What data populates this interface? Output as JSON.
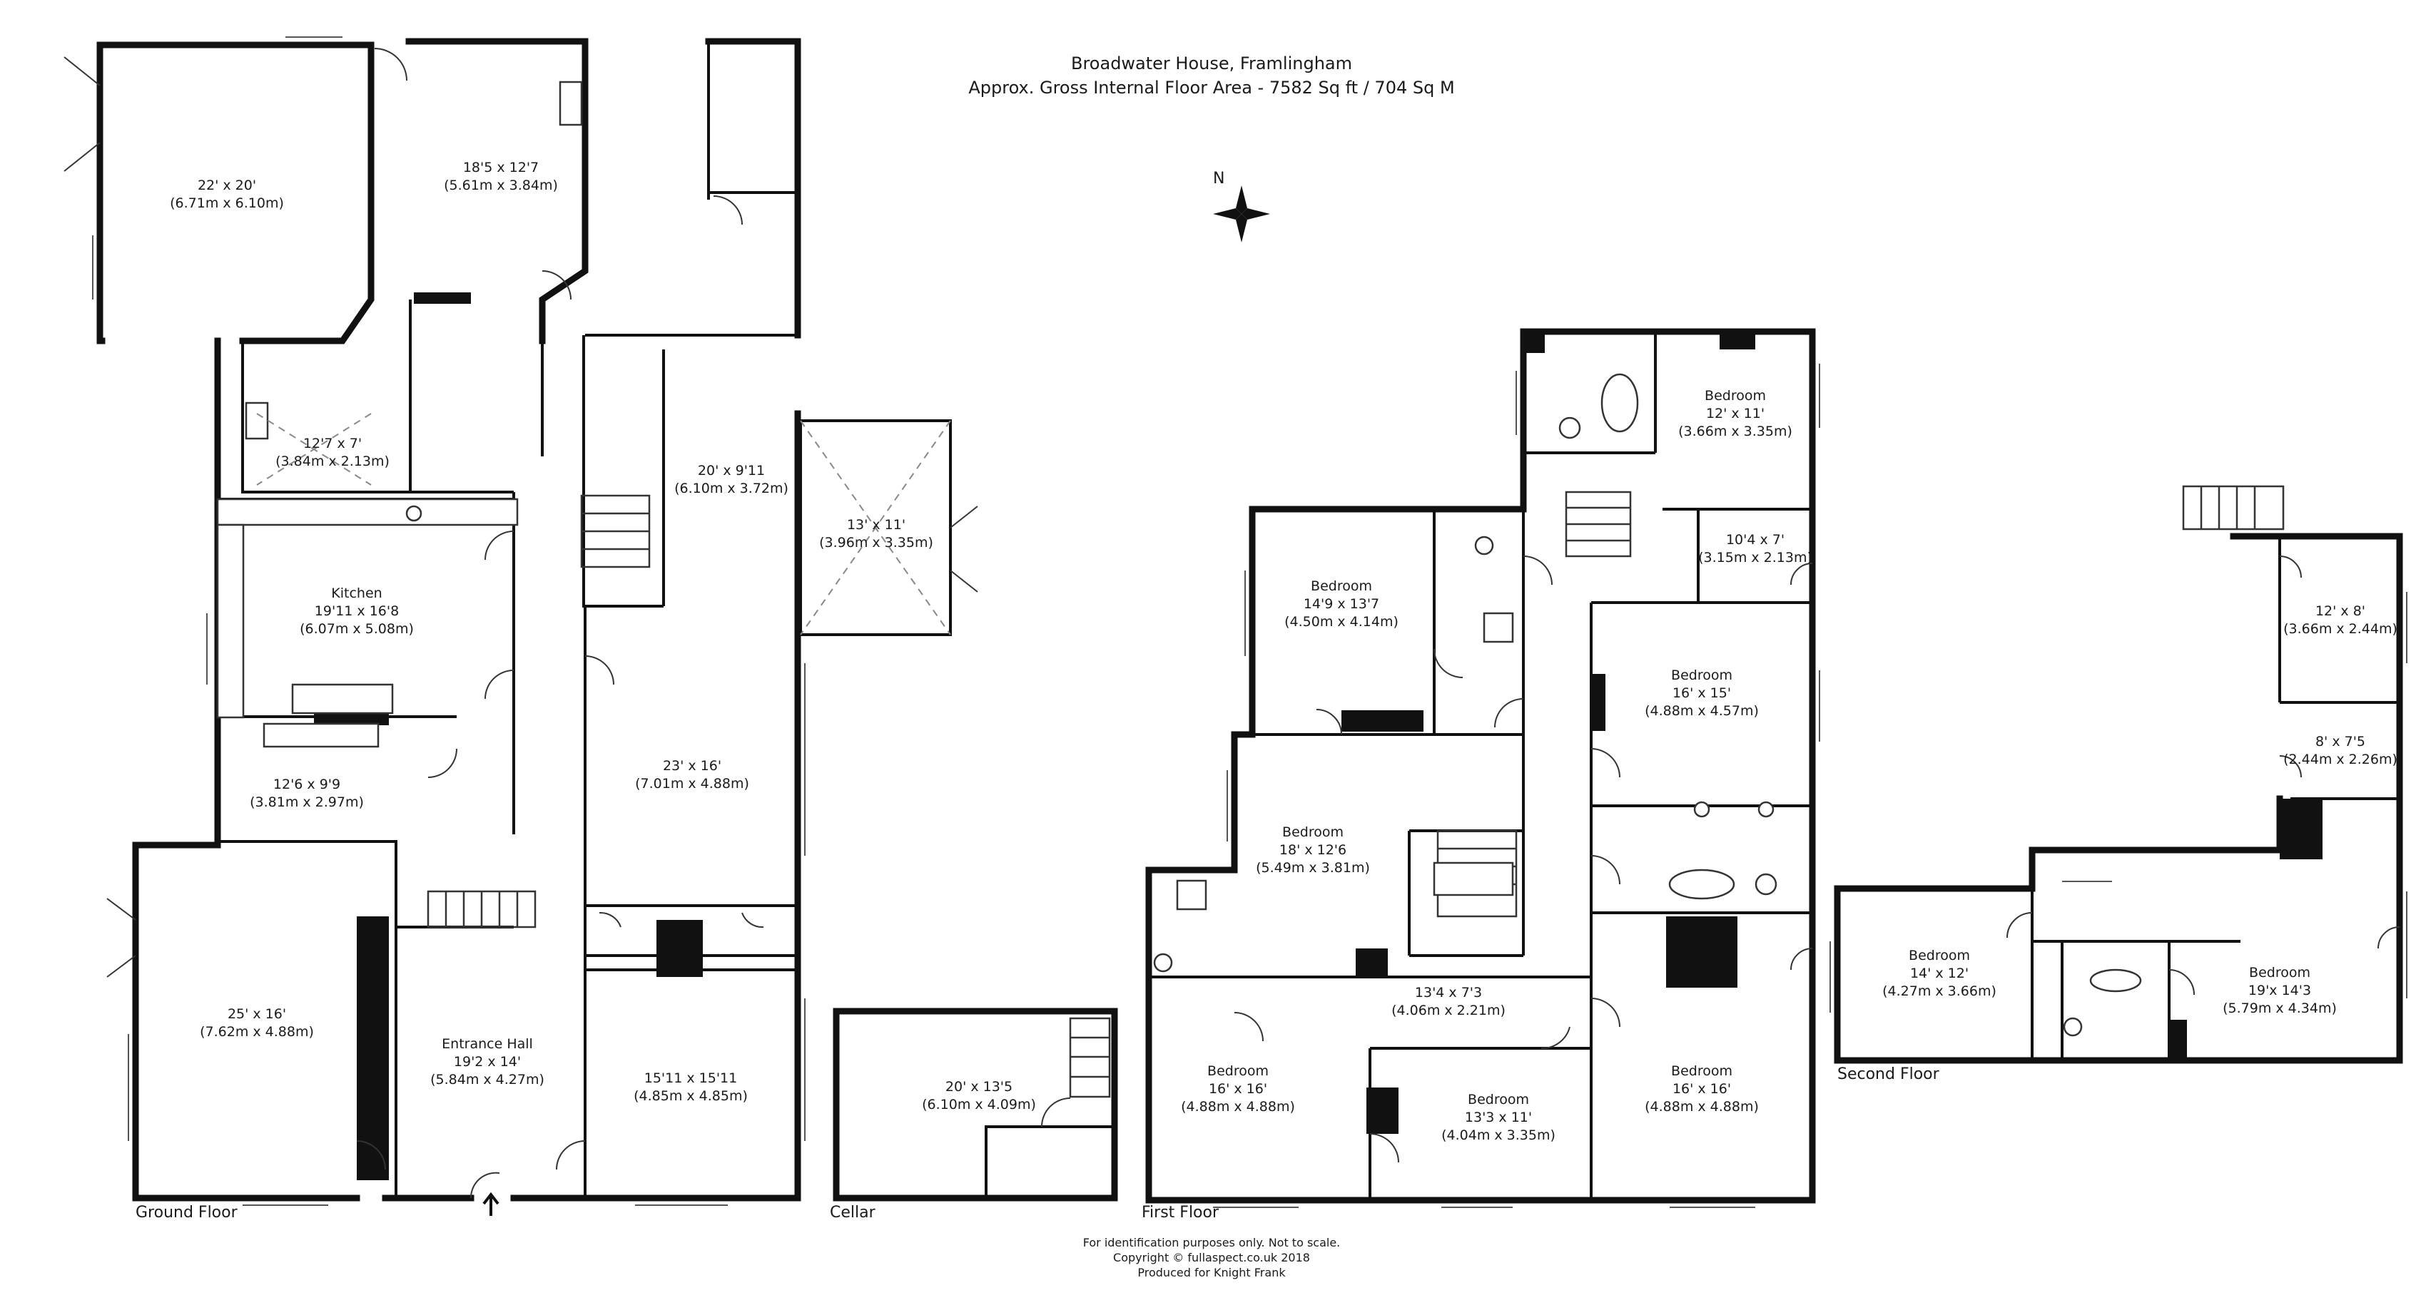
{
  "header": {
    "title": "Broadwater House, Framlingham",
    "subtitle": "Approx. Gross Internal Floor Area - 7582 Sq ft / 704 Sq M"
  },
  "compass": {
    "label": "N"
  },
  "floors": {
    "ground": "Ground Floor",
    "cellar": "Cellar",
    "first": "First Floor",
    "second": "Second Floor"
  },
  "rooms": {
    "g_top_left": {
      "name": "",
      "imperial": "22' x 20'",
      "metric": "(6.71m x 6.10m)"
    },
    "g_top_mid": {
      "name": "",
      "imperial": "18'5 x 12'7",
      "metric": "(5.61m x 3.84m)"
    },
    "g_utility": {
      "name": "",
      "imperial": "12'7 x 7'",
      "metric": "(3.84m x 2.13m)"
    },
    "g_rear_hall": {
      "name": "",
      "imperial": "20' x 9'11",
      "metric": "(6.10m x 3.72m)"
    },
    "g_conservatory": {
      "name": "",
      "imperial": "13' x 11'",
      "metric": "(3.96m x 3.35m)"
    },
    "g_kitchen": {
      "name": "Kitchen",
      "imperial": "19'11 x 16'8",
      "metric": "(6.07m x 5.08m)"
    },
    "g_pantry": {
      "name": "",
      "imperial": "12'6 x 9'9",
      "metric": "(3.81m x 2.97m)"
    },
    "g_drawing": {
      "name": "",
      "imperial": "23' x 16'",
      "metric": "(7.01m x 4.88m)"
    },
    "g_sitting": {
      "name": "",
      "imperial": "25' x 16'",
      "metric": "(7.62m x 4.88m)"
    },
    "g_entrance": {
      "name": "Entrance Hall",
      "imperial": "19'2 x 14'",
      "metric": "(5.84m x 4.27m)"
    },
    "g_study": {
      "name": "",
      "imperial": "15'11 x 15'11",
      "metric": "(4.85m x 4.85m)"
    },
    "c_cellar": {
      "name": "",
      "imperial": "20' x 13'5",
      "metric": "(6.10m x 4.09m)"
    },
    "f_bed_a": {
      "name": "Bedroom",
      "imperial": "12' x 11'",
      "metric": "(3.66m x 3.35m)"
    },
    "f_room_b": {
      "name": "",
      "imperial": "10'4 x 7'",
      "metric": "(3.15m x 2.13m)"
    },
    "f_bed_c": {
      "name": "Bedroom",
      "imperial": "14'9 x 13'7",
      "metric": "(4.50m x 4.14m)"
    },
    "f_bed_d": {
      "name": "Bedroom",
      "imperial": "16' x 15'",
      "metric": "(4.88m x 4.57m)"
    },
    "f_bed_e": {
      "name": "Bedroom",
      "imperial": "18' x 12'6",
      "metric": "(5.49m x 3.81m)"
    },
    "f_landing": {
      "name": "",
      "imperial": "13'4 x 7'3",
      "metric": "(4.06m x 2.21m)"
    },
    "f_bed_f": {
      "name": "Bedroom",
      "imperial": "16' x 16'",
      "metric": "(4.88m x 4.88m)"
    },
    "f_bed_g": {
      "name": "Bedroom",
      "imperial": "13'3 x 11'",
      "metric": "(4.04m x 3.35m)"
    },
    "f_bed_h": {
      "name": "Bedroom",
      "imperial": "16' x 16'",
      "metric": "(4.88m x 4.88m)"
    },
    "s_room_a": {
      "name": "",
      "imperial": "12' x 8'",
      "metric": "(3.66m x 2.44m)"
    },
    "s_room_b": {
      "name": "",
      "imperial": "8' x 7'5",
      "metric": "(2.44m x 2.26m)"
    },
    "s_bed_a": {
      "name": "Bedroom",
      "imperial": "14' x 12'",
      "metric": "(4.27m x 3.66m)"
    },
    "s_bed_b": {
      "name": "Bedroom",
      "imperial": "19'x 14'3",
      "metric": "(5.79m x 4.34m)"
    }
  },
  "footer": {
    "line1": "For identification purposes only. Not to scale.",
    "line2": "Copyright © fullaspect.co.uk 2018",
    "line3": "Produced for Knight Frank"
  }
}
